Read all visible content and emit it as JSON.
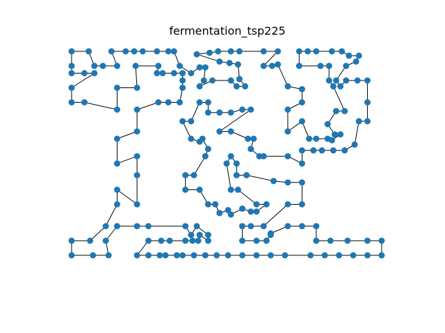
{
  "chart_data": {
    "type": "scatter",
    "title": "fermentation_tsp225",
    "xlabel": "",
    "ylabel": "",
    "axes_visible": false,
    "grid": false,
    "legend": "none",
    "point_color": "#1f77b4",
    "edge_color": "#000000",
    "xlim": [
      0,
      22
    ],
    "ylim": [
      0,
      16
    ],
    "points": [
      [
        0,
        16
      ],
      [
        1.2,
        16
      ],
      [
        2.8,
        16
      ],
      [
        3.8,
        16
      ],
      [
        4.4,
        16
      ],
      [
        5.0,
        16
      ],
      [
        6.0,
        16
      ],
      [
        6.8,
        16
      ],
      [
        7.2,
        16
      ],
      [
        10.3,
        16
      ],
      [
        11.2,
        16
      ],
      [
        11.8,
        16
      ],
      [
        13.5,
        16
      ],
      [
        14.5,
        16
      ],
      [
        16,
        16
      ],
      [
        16.6,
        16
      ],
      [
        17.2,
        16
      ],
      [
        18.3,
        16
      ],
      [
        19,
        16
      ],
      [
        9.7,
        15.9
      ],
      [
        8.8,
        15.8
      ],
      [
        0,
        15
      ],
      [
        1.6,
        15
      ],
      [
        2.2,
        15
      ],
      [
        3.2,
        15
      ],
      [
        4.5,
        15
      ],
      [
        6.1,
        15
      ],
      [
        7.6,
        15
      ],
      [
        9.0,
        14.9
      ],
      [
        9.4,
        14.9
      ],
      [
        10.4,
        15.3
      ],
      [
        11.1,
        15.2
      ],
      [
        11.7,
        15.1
      ],
      [
        13.5,
        15
      ],
      [
        14.1,
        15
      ],
      [
        14.5,
        15.1
      ],
      [
        16,
        15
      ],
      [
        17.5,
        15
      ],
      [
        18.1,
        15
      ],
      [
        19.3,
        15
      ],
      [
        20,
        15.3
      ],
      [
        20.2,
        15.7
      ],
      [
        19.5,
        15.7
      ],
      [
        0,
        14.5
      ],
      [
        0.9,
        14.5
      ],
      [
        1.6,
        14.5
      ],
      [
        6.0,
        14.5
      ],
      [
        6.4,
        14.5
      ],
      [
        7.8,
        14.5
      ],
      [
        8.4,
        14.5
      ],
      [
        7.2,
        14.5
      ],
      [
        7.8,
        14
      ],
      [
        9.3,
        14
      ],
      [
        9.9,
        14
      ],
      [
        11.2,
        14
      ],
      [
        11.8,
        14.1
      ],
      [
        18.1,
        14
      ],
      [
        18.6,
        14
      ],
      [
        19.3,
        14
      ],
      [
        20.1,
        14
      ],
      [
        20.8,
        14
      ],
      [
        0,
        13.5
      ],
      [
        3.2,
        13.5
      ],
      [
        4.6,
        13.5
      ],
      [
        7.8,
        13.5
      ],
      [
        9.0,
        13.6
      ],
      [
        11.6,
        13.6
      ],
      [
        12.2,
        13.6
      ],
      [
        15.2,
        13.6
      ],
      [
        16.2,
        13.4
      ],
      [
        18.4,
        13.6
      ],
      [
        18.9,
        13.6
      ],
      [
        0,
        12.5
      ],
      [
        0.9,
        12.5
      ],
      [
        6.1,
        12.5
      ],
      [
        6.8,
        12.5
      ],
      [
        7.6,
        12.5
      ],
      [
        9.0,
        12.5
      ],
      [
        9.6,
        12.5
      ],
      [
        16.2,
        12.5
      ],
      [
        20.8,
        12.5
      ],
      [
        3.2,
        12
      ],
      [
        4.6,
        12
      ],
      [
        12.0,
        12
      ],
      [
        12.6,
        12
      ],
      [
        15.2,
        12
      ],
      [
        9.6,
        11.8
      ],
      [
        10.4,
        11.8
      ],
      [
        11.2,
        11.8
      ],
      [
        18.6,
        11.9
      ],
      [
        19.2,
        11.9
      ],
      [
        7.8,
        11.2
      ],
      [
        8.4,
        11.2
      ],
      [
        16.2,
        11.2
      ],
      [
        18.0,
        11.0
      ],
      [
        20.2,
        11.2
      ],
      [
        20.8,
        11.2
      ],
      [
        4.6,
        10.5
      ],
      [
        10.4,
        10.5
      ],
      [
        11.2,
        10.5
      ],
      [
        15.2,
        10.5
      ],
      [
        18.9,
        10.3
      ],
      [
        18.5,
        10.3
      ],
      [
        3.2,
        10
      ],
      [
        8.4,
        10
      ],
      [
        9.2,
        10
      ],
      [
        12.4,
        10
      ],
      [
        12.8,
        10
      ],
      [
        16.7,
        10
      ],
      [
        17.2,
        10
      ],
      [
        18.0,
        10
      ],
      [
        18.3,
        9.9
      ],
      [
        9.0,
        9.8
      ],
      [
        19.9,
        9.6
      ],
      [
        9.6,
        9.3
      ],
      [
        12.6,
        9.3
      ],
      [
        16.2,
        9.2
      ],
      [
        17.0,
        9.2
      ],
      [
        17.6,
        9.2
      ],
      [
        18.4,
        9.2
      ],
      [
        19.2,
        9.2
      ],
      [
        4.6,
        8.8
      ],
      [
        9.4,
        8.8
      ],
      [
        11.2,
        8.8
      ],
      [
        13.2,
        8.8
      ],
      [
        13.5,
        8.8
      ],
      [
        15.2,
        8.8
      ],
      [
        3.2,
        8.3
      ],
      [
        10.9,
        8.3
      ],
      [
        11.6,
        8.3
      ],
      [
        16.2,
        8.3
      ],
      [
        4.6,
        7.5
      ],
      [
        8.0,
        7.5
      ],
      [
        8.6,
        7.5
      ],
      [
        11.6,
        7.5
      ],
      [
        12.3,
        7.5
      ],
      [
        14.2,
        7.1
      ],
      [
        3.2,
        6.5
      ],
      [
        15.2,
        7.0
      ],
      [
        16.2,
        7.0
      ],
      [
        8.0,
        6.5
      ],
      [
        9.0,
        6.5
      ],
      [
        11.2,
        6.5
      ],
      [
        11.7,
        6.5
      ],
      [
        3.2,
        5.5
      ],
      [
        4.6,
        5.5
      ],
      [
        9.6,
        5.5
      ],
      [
        10.1,
        5.5
      ],
      [
        13.0,
        5.5
      ],
      [
        13.7,
        5.5
      ],
      [
        15.2,
        5.5
      ],
      [
        16.2,
        5.5
      ],
      [
        11.0,
        5.1
      ],
      [
        12.0,
        5.2
      ],
      [
        12.6,
        5.0
      ],
      [
        13.0,
        5.0
      ],
      [
        10.4,
        4.9
      ],
      [
        11.2,
        4.8
      ],
      [
        2.4,
        4.0
      ],
      [
        3.2,
        4.0
      ],
      [
        4.6,
        4.0
      ],
      [
        5.4,
        4.0
      ],
      [
        8.0,
        4.0
      ],
      [
        8.8,
        4.0
      ],
      [
        12.0,
        4.0
      ],
      [
        12.6,
        4.0
      ],
      [
        13.5,
        4.0
      ],
      [
        15.2,
        4.0
      ],
      [
        16.2,
        4.0
      ],
      [
        17.2,
        4.0
      ],
      [
        8.4,
        3.4
      ],
      [
        9.0,
        3.4
      ],
      [
        9.6,
        3.4
      ],
      [
        14.0,
        3.4
      ],
      [
        0,
        3
      ],
      [
        1.3,
        3
      ],
      [
        2.4,
        3
      ],
      [
        5.4,
        3
      ],
      [
        6.3,
        3
      ],
      [
        6.9,
        3
      ],
      [
        8.0,
        3
      ],
      [
        8.5,
        3
      ],
      [
        8.9,
        3
      ],
      [
        9.6,
        3
      ],
      [
        12.0,
        3
      ],
      [
        13.0,
        3
      ],
      [
        13.7,
        3
      ],
      [
        14.0,
        3.5
      ],
      [
        17.2,
        3
      ],
      [
        18.2,
        3
      ],
      [
        19.4,
        3
      ],
      [
        20.8,
        3
      ],
      [
        21.8,
        3
      ],
      [
        0,
        2
      ],
      [
        1.5,
        2
      ],
      [
        2.6,
        2
      ],
      [
        4.6,
        2
      ],
      [
        5.4,
        2
      ],
      [
        6.2,
        2
      ],
      [
        6.6,
        2
      ],
      [
        7.4,
        2
      ],
      [
        7.8,
        2
      ],
      [
        8.6,
        2
      ],
      [
        9.4,
        2
      ],
      [
        10.2,
        2
      ],
      [
        11.0,
        2
      ],
      [
        12.0,
        2
      ],
      [
        13.0,
        2
      ],
      [
        14.0,
        2
      ],
      [
        15.0,
        2
      ],
      [
        16.8,
        2
      ],
      [
        17.8,
        2
      ],
      [
        18.8,
        2
      ],
      [
        19.8,
        2
      ],
      [
        20.8,
        2
      ],
      [
        21.8,
        2
      ]
    ],
    "tour": []
  }
}
